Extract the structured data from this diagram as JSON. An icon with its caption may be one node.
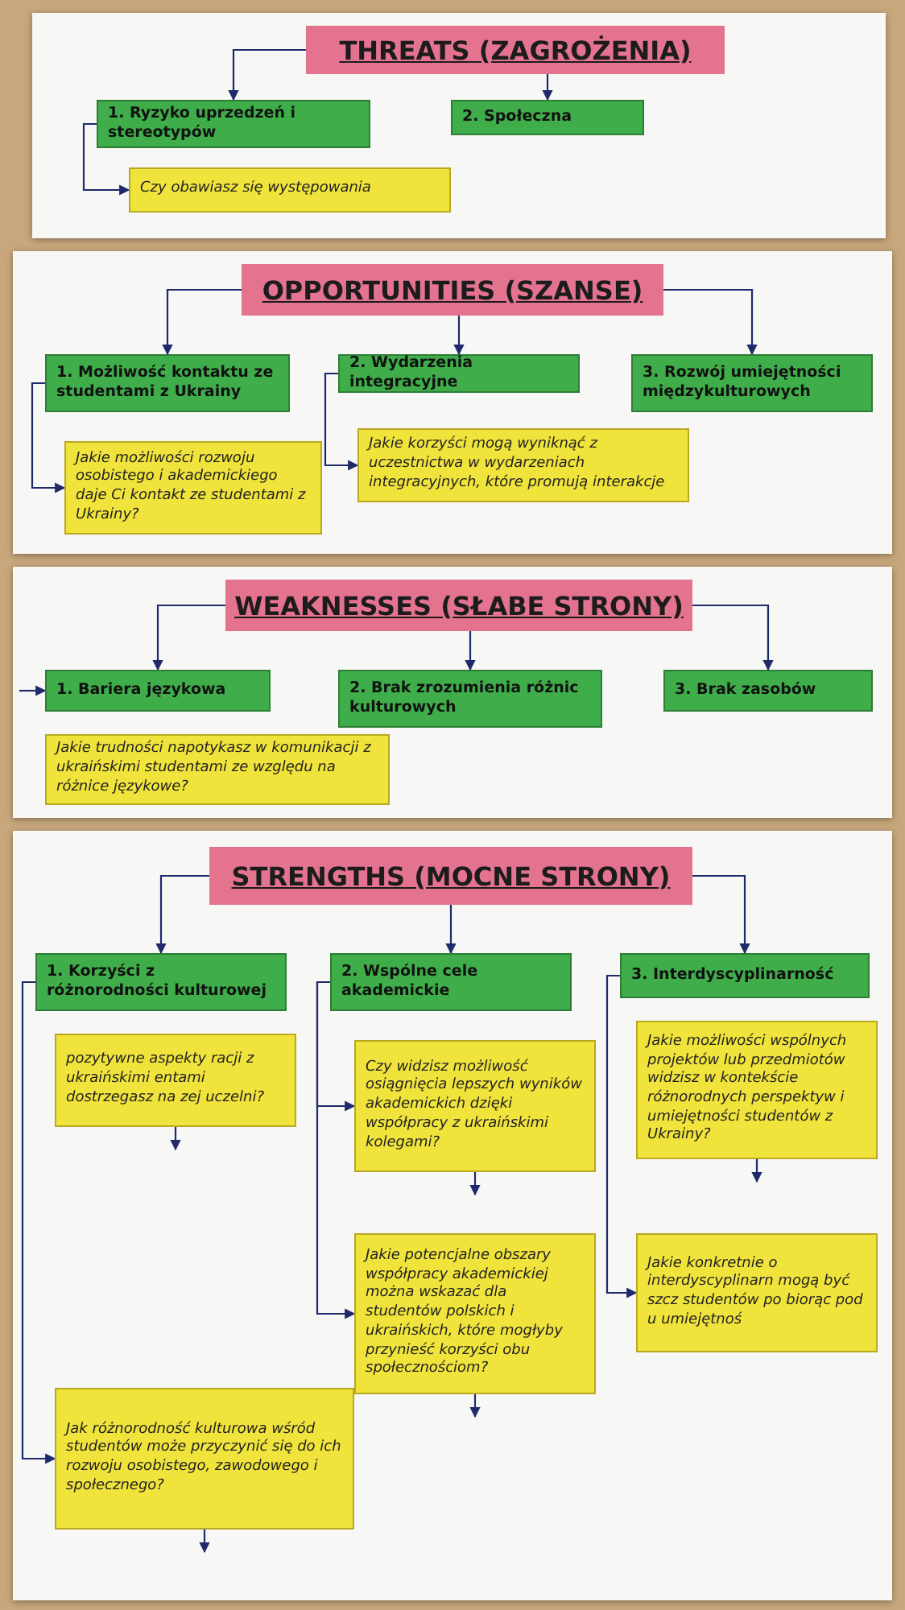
{
  "diagram": {
    "nodes": [
      {
        "text": [],
        "shape": "box"
      },
      {
        "text": [
          "THREATS (ZAGROŻENIA)"
        ],
        "in": 0
      },
      {
        "text": [
          "1. Ryzyko uprzedzeń i stereotypów"
        ],
        "in": 0
      },
      {
        "text": [
          "2. Społeczna"
        ],
        "in": 0
      },
      {
        "text": [
          "Czy obawiasz się występowania"
        ],
        "in": 0
      },
      {
        "text": [],
        "shape": "box"
      },
      {
        "text": [
          "OPPORTUNITIES (SZANSE)"
        ],
        "in": 5
      },
      {
        "text": [
          "1. Możliwość kontaktu ze studentami z Ukrainy"
        ],
        "in": 5
      },
      {
        "text": [
          "2. Wydarzenia integracyjne"
        ],
        "in": 5
      },
      {
        "text": [
          "3. Rozwój umiejętności międzykulturowych"
        ],
        "in": 5
      },
      {
        "text": [
          "Jakie możliwości rozwoju osobistego i akademickiego daje Ci kontakt ze studentami z Ukrainy?"
        ],
        "in": 5
      },
      {
        "text": [
          "Jakie korzyści mogą wyniknąć z uczestnictwa w wydarzeniach integracyjnych, które promują interakcje"
        ],
        "in": 5
      },
      {
        "text": [],
        "shape": "box"
      },
      {
        "text": [
          "WEAKNESSES (SŁABE STRONY)"
        ],
        "in": 12
      },
      {
        "text": [
          "1. Bariera językowa"
        ],
        "in": 12
      },
      {
        "text": [
          "2. Brak zrozumienia różnic kulturowych"
        ],
        "in": 12
      },
      {
        "text": [
          "3. Brak zasobów"
        ],
        "in": 12
      },
      {
        "text": [
          "Jakie trudności napotykasz w komunikacji z ukraińskimi studentami ze względu na różnice językowe?"
        ],
        "in": 12
      },
      {
        "text": [],
        "shape": "box"
      },
      {
        "text": [
          "STRENGTHS (MOCNE STRONY)"
        ],
        "in": 18
      },
      {
        "text": [
          "1. Korzyści z różnorodności kulturowej"
        ],
        "in": 18
      },
      {
        "text": [
          "2. Wspólne cele akademickie"
        ],
        "in": 18
      },
      {
        "text": [
          "3. Interdyscyplinarność"
        ],
        "in": 18
      },
      {
        "text": [
          "pozytywne aspekty racji z ukraińskimi entami dostrzegasz na zej uczelni?"
        ],
        "in": 18
      },
      {
        "text": [
          "Jak różnorodność kulturowa wśród studentów może przyczynić się do ich rozwoju osobistego, zawodowego i społecznego?"
        ],
        "in": 18
      },
      {
        "text": [
          "Czy widzisz możliwość osiągnięcia lepszych wyników akademickich dzięki współpracy z ukraińskimi kolegami?"
        ],
        "in": 18
      },
      {
        "text": [
          "Jakie potencjalne obszary współpracy akademickiej można wskazać dla studentów polskich i ukraińskich, które mogłyby przynieść korzyści obu społecznościom?"
        ],
        "in": 18
      },
      {
        "text": [
          "Jakie możliwości wspólnych projektów lub przedmiotów widzisz w kontekście różnorodnych perspektyw i umiejętności studentów z Ukrainy?"
        ],
        "in": 18
      },
      {
        "text": [
          "Jakie konkretnie o interdyscyplinarn mogą być szcz studentów po biorąc pod u umiejętnoś"
        ],
        "in": 18
      }
    ],
    "edges": [
      {
        "from": 1,
        "to": 2,
        "arrow": "to"
      },
      {
        "from": 1,
        "to": 3,
        "arrow": "to"
      },
      {
        "from": 2,
        "to": 4,
        "arrow": "to"
      },
      {
        "from": 6,
        "to": 7,
        "arrow": "to"
      },
      {
        "from": 6,
        "to": 8,
        "arrow": "to"
      },
      {
        "from": 6,
        "to": 9,
        "arrow": "to"
      },
      {
        "from": 7,
        "to": 10,
        "arrow": "to"
      },
      {
        "from": 8,
        "to": 11,
        "arrow": "to"
      },
      {
        "from": 13,
        "to": 14,
        "arrow": "to"
      },
      {
        "from": 13,
        "to": 15,
        "arrow": "to"
      },
      {
        "from": 13,
        "to": 16,
        "arrow": "to"
      },
      {
        "from": null,
        "to": 14,
        "arrow": "to"
      },
      {
        "from": 19,
        "to": 20,
        "arrow": "to"
      },
      {
        "from": 19,
        "to": 21,
        "arrow": "to"
      },
      {
        "from": 19,
        "to": 22,
        "arrow": "to"
      },
      {
        "from": 20,
        "to": 24,
        "arrow": "to"
      },
      {
        "from": 21,
        "to": 25,
        "arrow": "to"
      },
      {
        "from": 21,
        "to": 26,
        "arrow": "to"
      },
      {
        "from": 22,
        "to": 28,
        "arrow": "to"
      },
      {
        "from": 23,
        "to": null,
        "arrow": "to"
      },
      {
        "from": 24,
        "to": null,
        "arrow": "to"
      },
      {
        "from": 25,
        "to": null,
        "arrow": "to"
      },
      {
        "from": 26,
        "to": null,
        "arrow": "to"
      },
      {
        "from": 27,
        "to": null,
        "arrow": "to"
      }
    ]
  }
}
